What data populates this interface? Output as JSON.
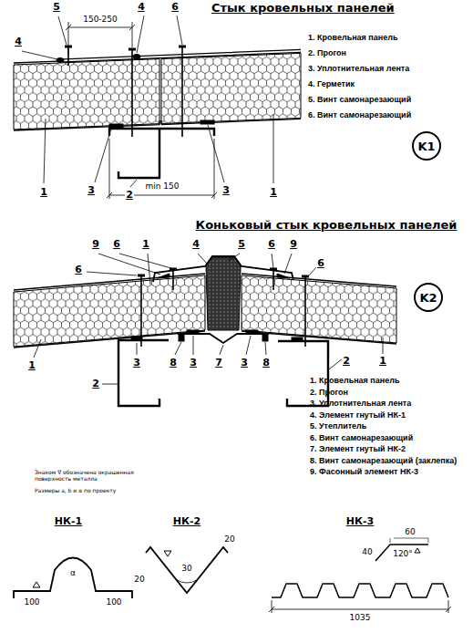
{
  "diagram": {
    "title": "Стык кровельных панелей",
    "nodes": [
      {
        "text": [
          "K1"
        ]
      },
      {
        "text": [
          "K2"
        ]
      }
    ],
    "labels": [
      "Коньковый стык кровельных панелей",
      "5",
      "150-250",
      "4",
      "6",
      "4",
      "1",
      "3",
      "2",
      "min 150",
      "3",
      "1",
      "1. Кровельная панель",
      "2. Прогон",
      "3. Уплотнительная лента",
      "4. Герметик",
      "5. Винт самонарезающий",
      "6. Винт самонарезающий",
      "9",
      "6",
      "1",
      "4",
      "5",
      "6",
      "9",
      "6",
      "6",
      "1",
      "2",
      "3",
      "8",
      "3",
      "7",
      "3",
      "8",
      "2",
      "1",
      "1. Кровельная панель",
      "2. Прогон",
      "3. Уплотнительная лента",
      "4. Элемент гнутый НК-1",
      "5. Утеплитель",
      "6. Винт самонарезающий",
      "7. Элемент гнутый НК-2",
      "8. Винт самонарезающий (заклепка)",
      "9. Фасонный элемент НК-3",
      "Знаком ∇ обозначена окрашенная поверхность металла",
      "Размеры a, b и α по проекту",
      "НК-1",
      "100",
      "α",
      "20",
      "100",
      "НК-2",
      "30",
      "20",
      "НК-3",
      "60",
      "40",
      "120°",
      "1035"
    ]
  }
}
